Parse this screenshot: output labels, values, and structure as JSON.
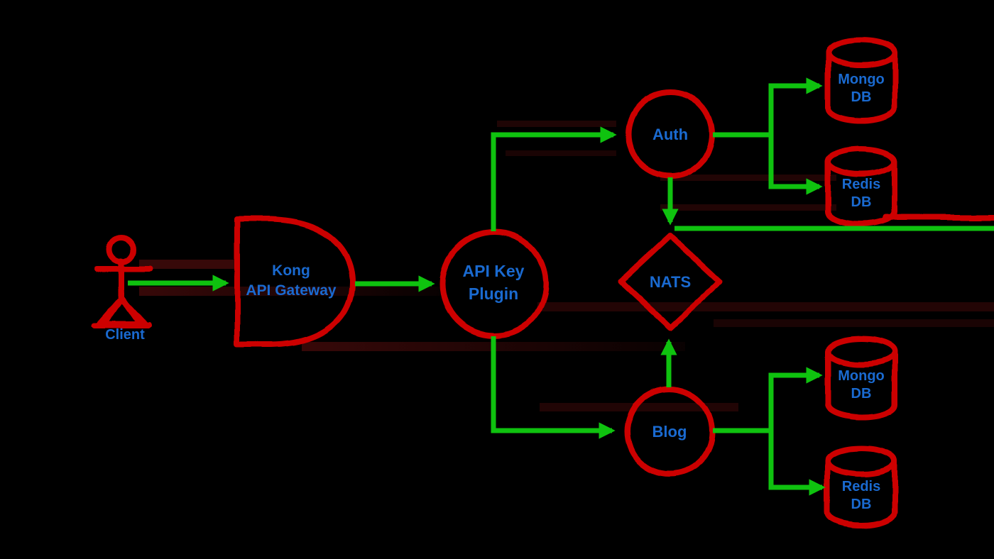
{
  "diagram": {
    "background": "#000000",
    "node_stroke_color": "#cc0505",
    "edge_color": "#0fc20f",
    "label_color": "#1a6ad0",
    "style": "hand-drawn sketch, red node outlines, green arrows, blue bold labels on black",
    "nodes": {
      "client": {
        "label": "Client",
        "shape": "stick-figure-actor"
      },
      "gateway": {
        "line1": "Kong",
        "line2": "API Gateway",
        "shape": "d-shaped-gate"
      },
      "plugin": {
        "line1": "API Key",
        "line2": "Plugin",
        "shape": "circle"
      },
      "auth": {
        "label": "Auth",
        "shape": "circle"
      },
      "nats": {
        "label": "NATS",
        "shape": "diamond"
      },
      "blog": {
        "label": "Blog",
        "shape": "circle"
      },
      "auth_mongo": {
        "line1": "Mongo",
        "line2": "DB",
        "shape": "database-cylinder"
      },
      "auth_redis": {
        "line1": "Redis",
        "line2": "DB",
        "shape": "database-cylinder"
      },
      "blog_mongo": {
        "line1": "Mongo",
        "line2": "DB",
        "shape": "database-cylinder"
      },
      "blog_redis": {
        "line1": "Redis",
        "line2": "DB",
        "shape": "database-cylinder"
      }
    },
    "edges": [
      {
        "from": "client",
        "to": "gateway",
        "arrow": "right"
      },
      {
        "from": "gateway",
        "to": "plugin",
        "arrow": "right"
      },
      {
        "from": "plugin",
        "to": "auth",
        "arrow": "right",
        "route": "up-then-right"
      },
      {
        "from": "plugin",
        "to": "blog",
        "arrow": "right",
        "route": "down-then-right"
      },
      {
        "from": "auth",
        "to": "nats",
        "arrow": "down"
      },
      {
        "from": "blog",
        "to": "nats",
        "arrow": "up"
      },
      {
        "from": "auth",
        "to": "auth_mongo",
        "arrow": "right",
        "route": "split-up"
      },
      {
        "from": "auth",
        "to": "auth_redis",
        "arrow": "right",
        "route": "split-down"
      },
      {
        "from": "blog",
        "to": "blog_mongo",
        "arrow": "right",
        "route": "split-up"
      },
      {
        "from": "blog",
        "to": "blog_redis",
        "arrow": "right",
        "route": "split-down"
      },
      {
        "from": "nats-junction",
        "to": "offscreen-right",
        "arrow": "none",
        "color": "green"
      },
      {
        "from": "auth_redis",
        "to": "offscreen-right",
        "arrow": "none",
        "color": "red"
      }
    ]
  }
}
